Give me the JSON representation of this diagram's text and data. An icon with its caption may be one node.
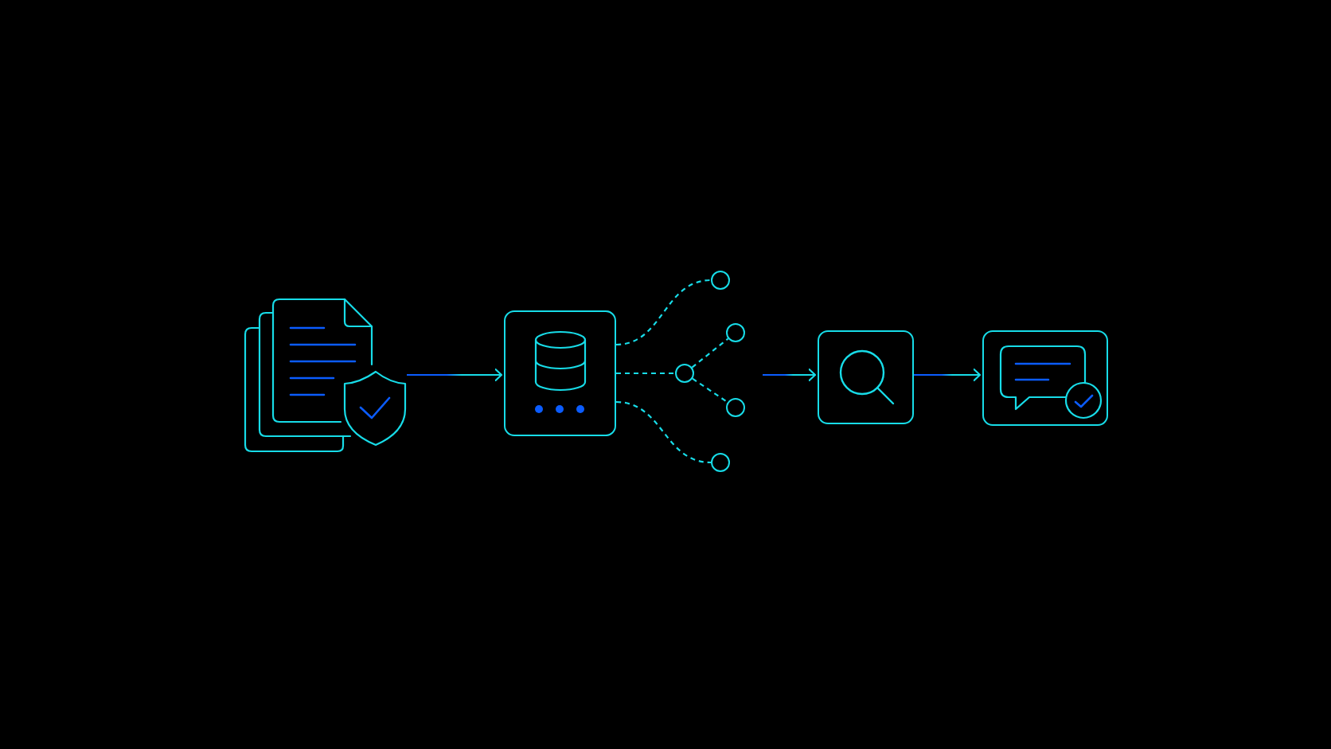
{
  "diagram": {
    "nodes": [
      {
        "text": [],
        "shape": "picture"
      },
      {
        "text": [],
        "shape": "box"
      },
      {
        "text": [],
        "shape": "circle"
      },
      {
        "text": [],
        "shape": "circle"
      },
      {
        "text": [],
        "shape": "circle"
      },
      {
        "text": [],
        "shape": "circle"
      },
      {
        "text": [],
        "shape": "circle"
      },
      {
        "text": [],
        "shape": "box"
      },
      {
        "text": [],
        "shape": "box"
      }
    ],
    "edges": [
      {
        "from": 0,
        "to": 1,
        "arrow": "to"
      },
      {
        "from": 1,
        "to": 2,
        "arrow": "none",
        "style": "dashed"
      },
      {
        "from": 1,
        "to": 3,
        "arrow": "none",
        "style": "dashed"
      },
      {
        "from": 3,
        "to": 4,
        "arrow": "none",
        "style": "dashed"
      },
      {
        "from": 3,
        "to": 5,
        "arrow": "none",
        "style": "dashed"
      },
      {
        "from": 1,
        "to": 6,
        "arrow": "none",
        "style": "dashed"
      },
      {
        "from": null,
        "to": 7,
        "arrow": "to"
      },
      {
        "from": 7,
        "to": 8,
        "arrow": "to"
      }
    ]
  }
}
